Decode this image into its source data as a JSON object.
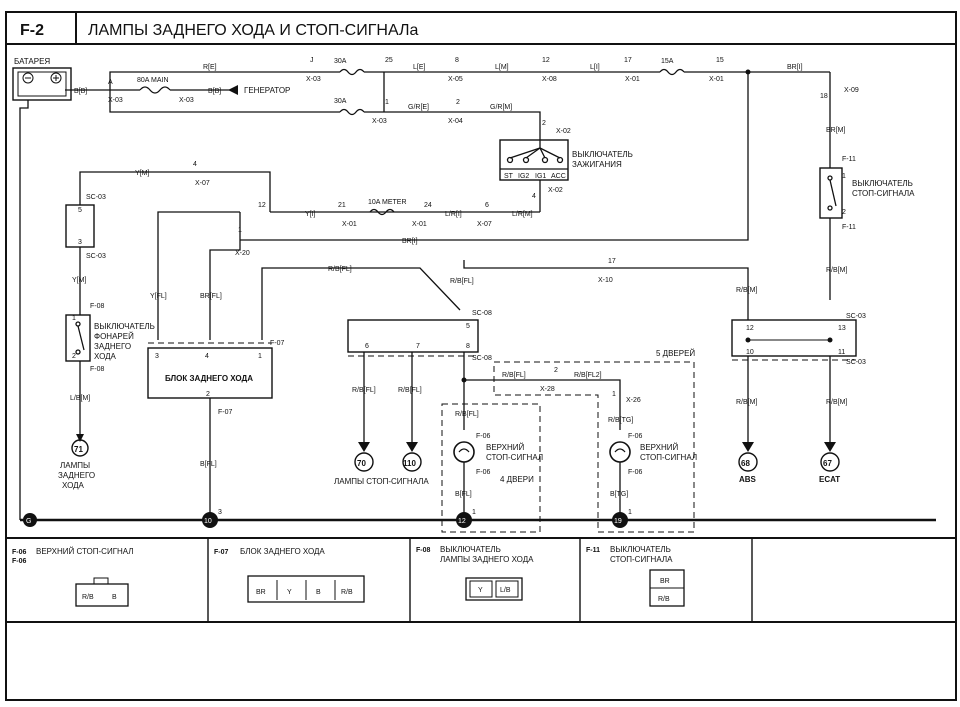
{
  "header": {
    "code": "F-2",
    "title": "ЛАМПЫ ЗАДНЕГО ХОДА И СТОП-СИГНАЛа"
  },
  "components": {
    "battery": "БАТАРЕЯ",
    "generator": "ГЕНЕРАТОР",
    "ignition_switch": [
      "ВЫКЛЮЧАТЕЛЬ",
      "ЗАЖИГАНИЯ"
    ],
    "ignition_terminals": [
      "ST",
      "IG2",
      "IG1",
      "ACC"
    ],
    "stop_switch": [
      "ВЫКЛЮЧАТЕЛЬ",
      "СТОП-СИГНАЛА"
    ],
    "reverse_switch": [
      "ВЫКЛЮЧАТЕЛЬ",
      "ФОНАРЕЙ",
      "ЗАДНЕГО",
      "ХОДА"
    ],
    "reverse_unit": "БЛОК ЗАДНЕГО ХОДА",
    "high_stop_lamp": [
      "ВЕРХНИЙ",
      "СТОП-СИГНАЛ"
    ],
    "doors5": "5 ДВЕРЕЙ",
    "doors4": "4 ДВЕРИ",
    "stop_lamps": "ЛАМПЫ СТОП-СИГНАЛА",
    "reverse_lamps": [
      "ЛАМПЫ",
      "ЗАДНЕГО",
      "ХОДА"
    ],
    "abs": "ABS",
    "ecat": "ECAT"
  },
  "fuses": {
    "main": "80A MAIN",
    "f30a": "30A",
    "f15a": "15A",
    "meter": "10A METER"
  },
  "wires": {
    "r_e": "R[E]",
    "l_e": "L[E]",
    "l_m": "L[M]",
    "l_i": "L[I]",
    "br_i": "BR[I]",
    "b_b": "B[B]",
    "g_r_e": "G/R[E]",
    "g_r_m": "G/R[M]",
    "br_m": "BR[M]",
    "y_m": "Y[M]",
    "y_i": "Y[I]",
    "l_r_i": "L/R[I]",
    "l_r_m": "L/R[M]",
    "y_fl": "Y[FL]",
    "br_fl": "BR[FL]",
    "r_b_fl": "R/B[FL]",
    "r_b_m": "R/B[M]",
    "l_b_m": "L/B[M]",
    "b_fl": "B[FL]",
    "r_b_fl2": "R/B[FL2]",
    "r_b_tg": "R/B[TG]",
    "b_tg": "B[TG]"
  },
  "connectors": {
    "x03": "X-03",
    "x05": "X-05",
    "x08": "X-08",
    "x01": "X-01",
    "x09": "X-09",
    "x04": "X-04",
    "x02": "X-02",
    "x07": "X-07",
    "x20": "X-20",
    "x10": "X-10",
    "x28": "X-28",
    "x26": "X-26",
    "f11": "F-11",
    "f08": "F-08",
    "f07": "F-07",
    "f06": "F-06",
    "sc03": "SC-03",
    "sc08": "SC-08"
  },
  "pins": {
    "p1": "1",
    "p2": "2",
    "p3": "3",
    "p4": "4",
    "p5": "5",
    "p6": "6",
    "p7": "7",
    "p8": "8",
    "p10": "10",
    "p11": "11",
    "p12": "12",
    "p13": "13",
    "p15": "15",
    "p17": "17",
    "p18": "18",
    "p21": "21",
    "p24": "24",
    "p25": "25",
    "pA": "A",
    "pJ": "J"
  },
  "references": {
    "r71": "71",
    "r70": "70",
    "r110": "110",
    "r68": "68",
    "r67": "67"
  },
  "grounds": {
    "g0": "G",
    "g10": "10",
    "g12": "12",
    "g19": "19"
  },
  "legend": [
    {
      "code": "F-06",
      "code2": "F-06",
      "name": "ВЕРХНИЙ СТОП-СИГНАЛ",
      "pins": [
        "R/B",
        "B"
      ]
    },
    {
      "code": "F-07",
      "name": "БЛОК ЗАДНЕГО ХОДА",
      "pins": [
        "BR",
        "Y",
        "B",
        "R/B"
      ]
    },
    {
      "code": "F-08",
      "name": "ВЫКЛЮЧАТЕЛЬ",
      "name2": "ЛАМПЫ ЗАДНЕГО ХОДА",
      "pins": [
        "Y",
        "L/B"
      ]
    },
    {
      "code": "F-11",
      "name": "ВЫКЛЮЧАТЕЛЬ",
      "name2": "СТОП-СИГНАЛА",
      "pins": [
        "BR",
        "R/B"
      ]
    }
  ]
}
